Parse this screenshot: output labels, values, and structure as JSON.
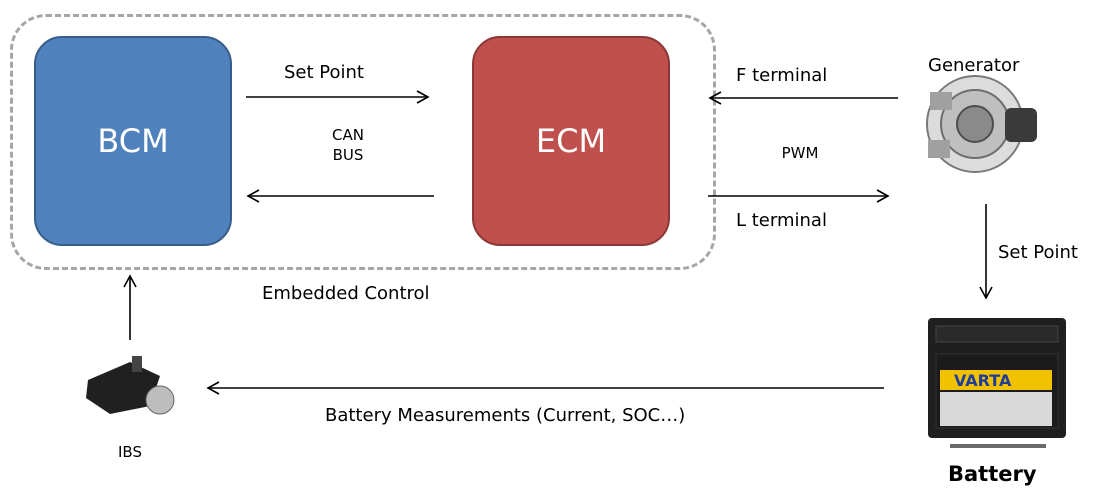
{
  "blocks": {
    "bcm": "BCM",
    "ecm": "ECM"
  },
  "labels": {
    "set_point_top": "Set Point",
    "can_bus": [
      "CAN",
      "BUS"
    ],
    "embedded_control": "Embedded Control",
    "f_terminal": "F terminal",
    "pwm": "PWM",
    "l_terminal": "L terminal",
    "generator": "Generator",
    "set_point_right": "Set Point",
    "battery_measurements": "Battery Measurements (Current, SOC…)",
    "ibs": "IBS",
    "battery": "Battery",
    "varta_brand": "VARTA"
  },
  "colors": {
    "bcm_fill": "#4f81bd",
    "ecm_fill": "#c0504d",
    "dashed_border": "#a6a6a6"
  }
}
